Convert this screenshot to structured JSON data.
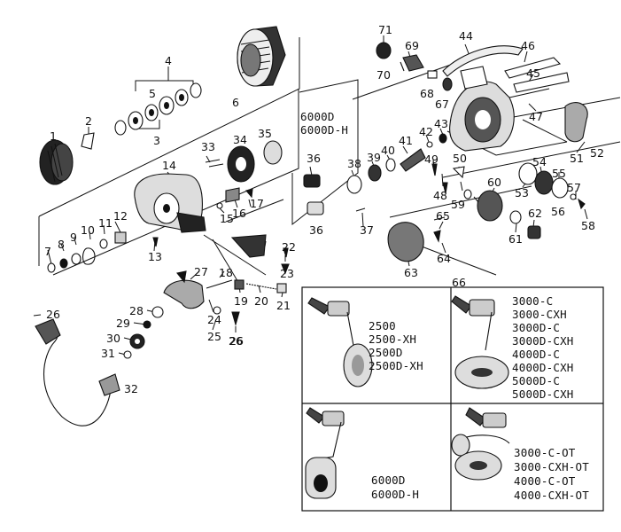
{
  "diagram": {
    "part_numbers": [
      "1",
      "2",
      "3",
      "4",
      "5",
      "6",
      "7",
      "8",
      "9",
      "10",
      "11",
      "12",
      "13",
      "14",
      "15",
      "16",
      "17",
      "18",
      "19",
      "20",
      "21",
      "22",
      "23",
      "24",
      "25",
      "26",
      "26",
      "26",
      "27",
      "28",
      "29",
      "30",
      "31",
      "32",
      "33",
      "34",
      "35",
      "36",
      "36",
      "37",
      "38",
      "39",
      "40",
      "41",
      "42",
      "43",
      "44",
      "45",
      "46",
      "47",
      "48",
      "49",
      "50",
      "51",
      "52",
      "53",
      "54",
      "55",
      "56",
      "57",
      "58",
      "59",
      "60",
      "61",
      "62",
      "63",
      "64",
      "65",
      "66",
      "67",
      "68",
      "69",
      "70",
      "71"
    ],
    "group_label": [
      "6000D",
      "6000D-H"
    ],
    "handle_variants": [
      {
        "models": [
          "2500",
          "2500-XH",
          "2500D",
          "2500D-XH"
        ]
      },
      {
        "models": [
          "3000-C",
          "3000-CXH",
          "3000D-C",
          "3000D-CXH",
          "4000D-C",
          "4000D-CXH",
          "5000D-C",
          "5000D-CXH"
        ]
      },
      {
        "models": [
          "6000D",
          "6000D-H"
        ]
      },
      {
        "models": [
          "3000-C-OT",
          "3000-CXH-OT",
          "4000-C-OT",
          "4000-CXH-OT"
        ]
      }
    ]
  }
}
